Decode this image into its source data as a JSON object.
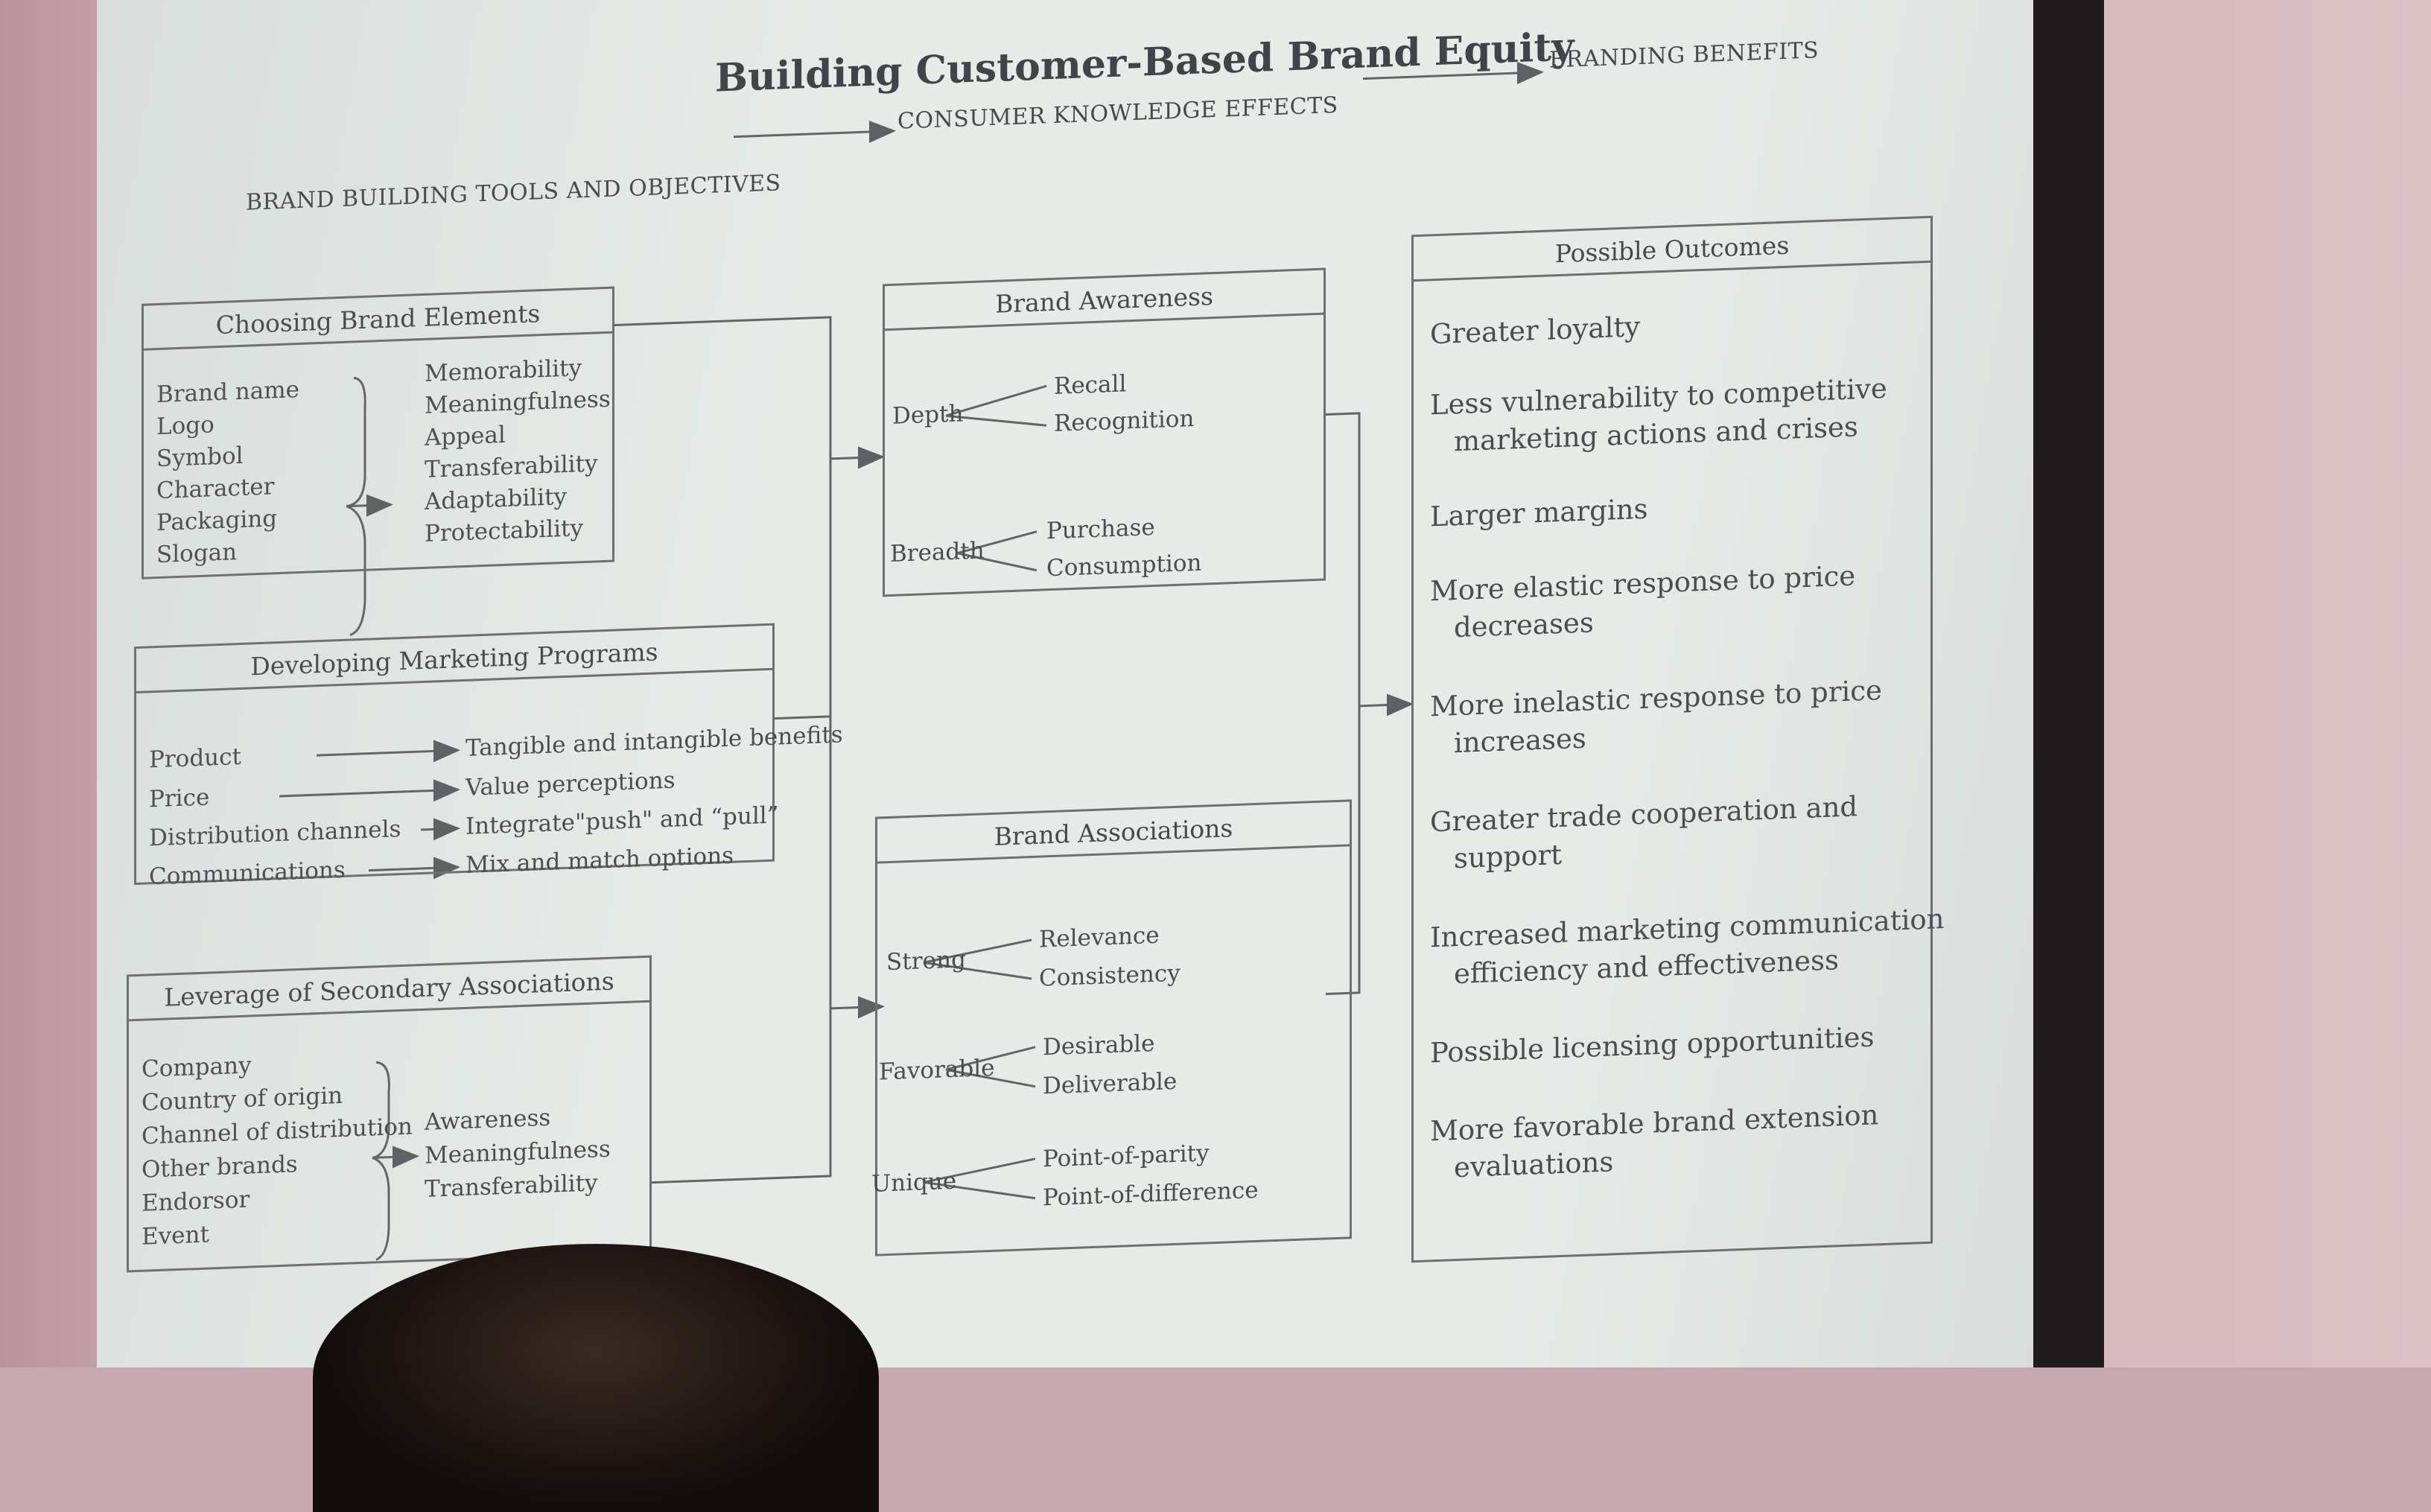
{
  "title": "Building Customer-Based Brand Equity",
  "stages": [
    "BRAND BUILDING TOOLS AND OBJECTIVES",
    "CONSUMER KNOWLEDGE EFFECTS",
    "BRANDING BENEFITS"
  ],
  "elements_box": {
    "heading": "Choosing Brand Elements",
    "elements": [
      "Brand name",
      "Logo",
      "Symbol",
      "Character",
      "Packaging",
      "Slogan"
    ],
    "criteria": [
      "Memorability",
      "Meaningfulness",
      "Appeal",
      "Transferability",
      "Adaptability",
      "Protectability"
    ]
  },
  "marketing_box": {
    "heading": "Developing Marketing Programs",
    "rows": [
      {
        "label": "Product",
        "value": "Tangible and intangible benefits"
      },
      {
        "label": "Price",
        "value": "Value perceptions"
      },
      {
        "label": "Distribution channels",
        "value": "Integrate\"push\" and “pull”"
      },
      {
        "label": "Communications",
        "value": "Mix and match options"
      }
    ]
  },
  "secondary_box": {
    "heading": "Leverage of Secondary Associations",
    "sources": [
      "Company",
      "Country of origin",
      "Channel of distribution",
      "Other brands",
      "Endorsor",
      "Event"
    ],
    "criteria": [
      "Awareness",
      "Meaningfulness",
      "Transferability"
    ]
  },
  "awareness_box": {
    "heading": "Brand Awareness",
    "depth": {
      "label": "Depth",
      "items": [
        "Recall",
        "Recognition"
      ]
    },
    "breadth": {
      "label": "Breadth",
      "items": [
        "Purchase",
        "Consumption"
      ]
    }
  },
  "associations_box": {
    "heading": "Brand Associations",
    "groups": [
      {
        "label": "Strong",
        "items": [
          "Relevance",
          "Consistency"
        ]
      },
      {
        "label": "Favorable",
        "items": [
          "Desirable",
          "Deliverable"
        ]
      },
      {
        "label": "Unique",
        "items": [
          "Point-of-parity",
          "Point-of-difference"
        ]
      }
    ]
  },
  "outcomes_box": {
    "heading": "Possible Outcomes",
    "items": [
      {
        "line1": "Greater loyalty",
        "line2": ""
      },
      {
        "line1": "Less vulnerability to competitive",
        "line2": "marketing actions and crises"
      },
      {
        "line1": "Larger margins",
        "line2": ""
      },
      {
        "line1": "More elastic response to price",
        "line2": "decreases"
      },
      {
        "line1": "More inelastic response to price",
        "line2": "increases"
      },
      {
        "line1": "Greater trade cooperation and",
        "line2": "support"
      },
      {
        "line1": "Increased marketing communication",
        "line2": "efficiency and effectiveness"
      },
      {
        "line1": "Possible licensing opportunities",
        "line2": ""
      },
      {
        "line1": "More favorable brand extension",
        "line2": "evaluations"
      }
    ]
  }
}
